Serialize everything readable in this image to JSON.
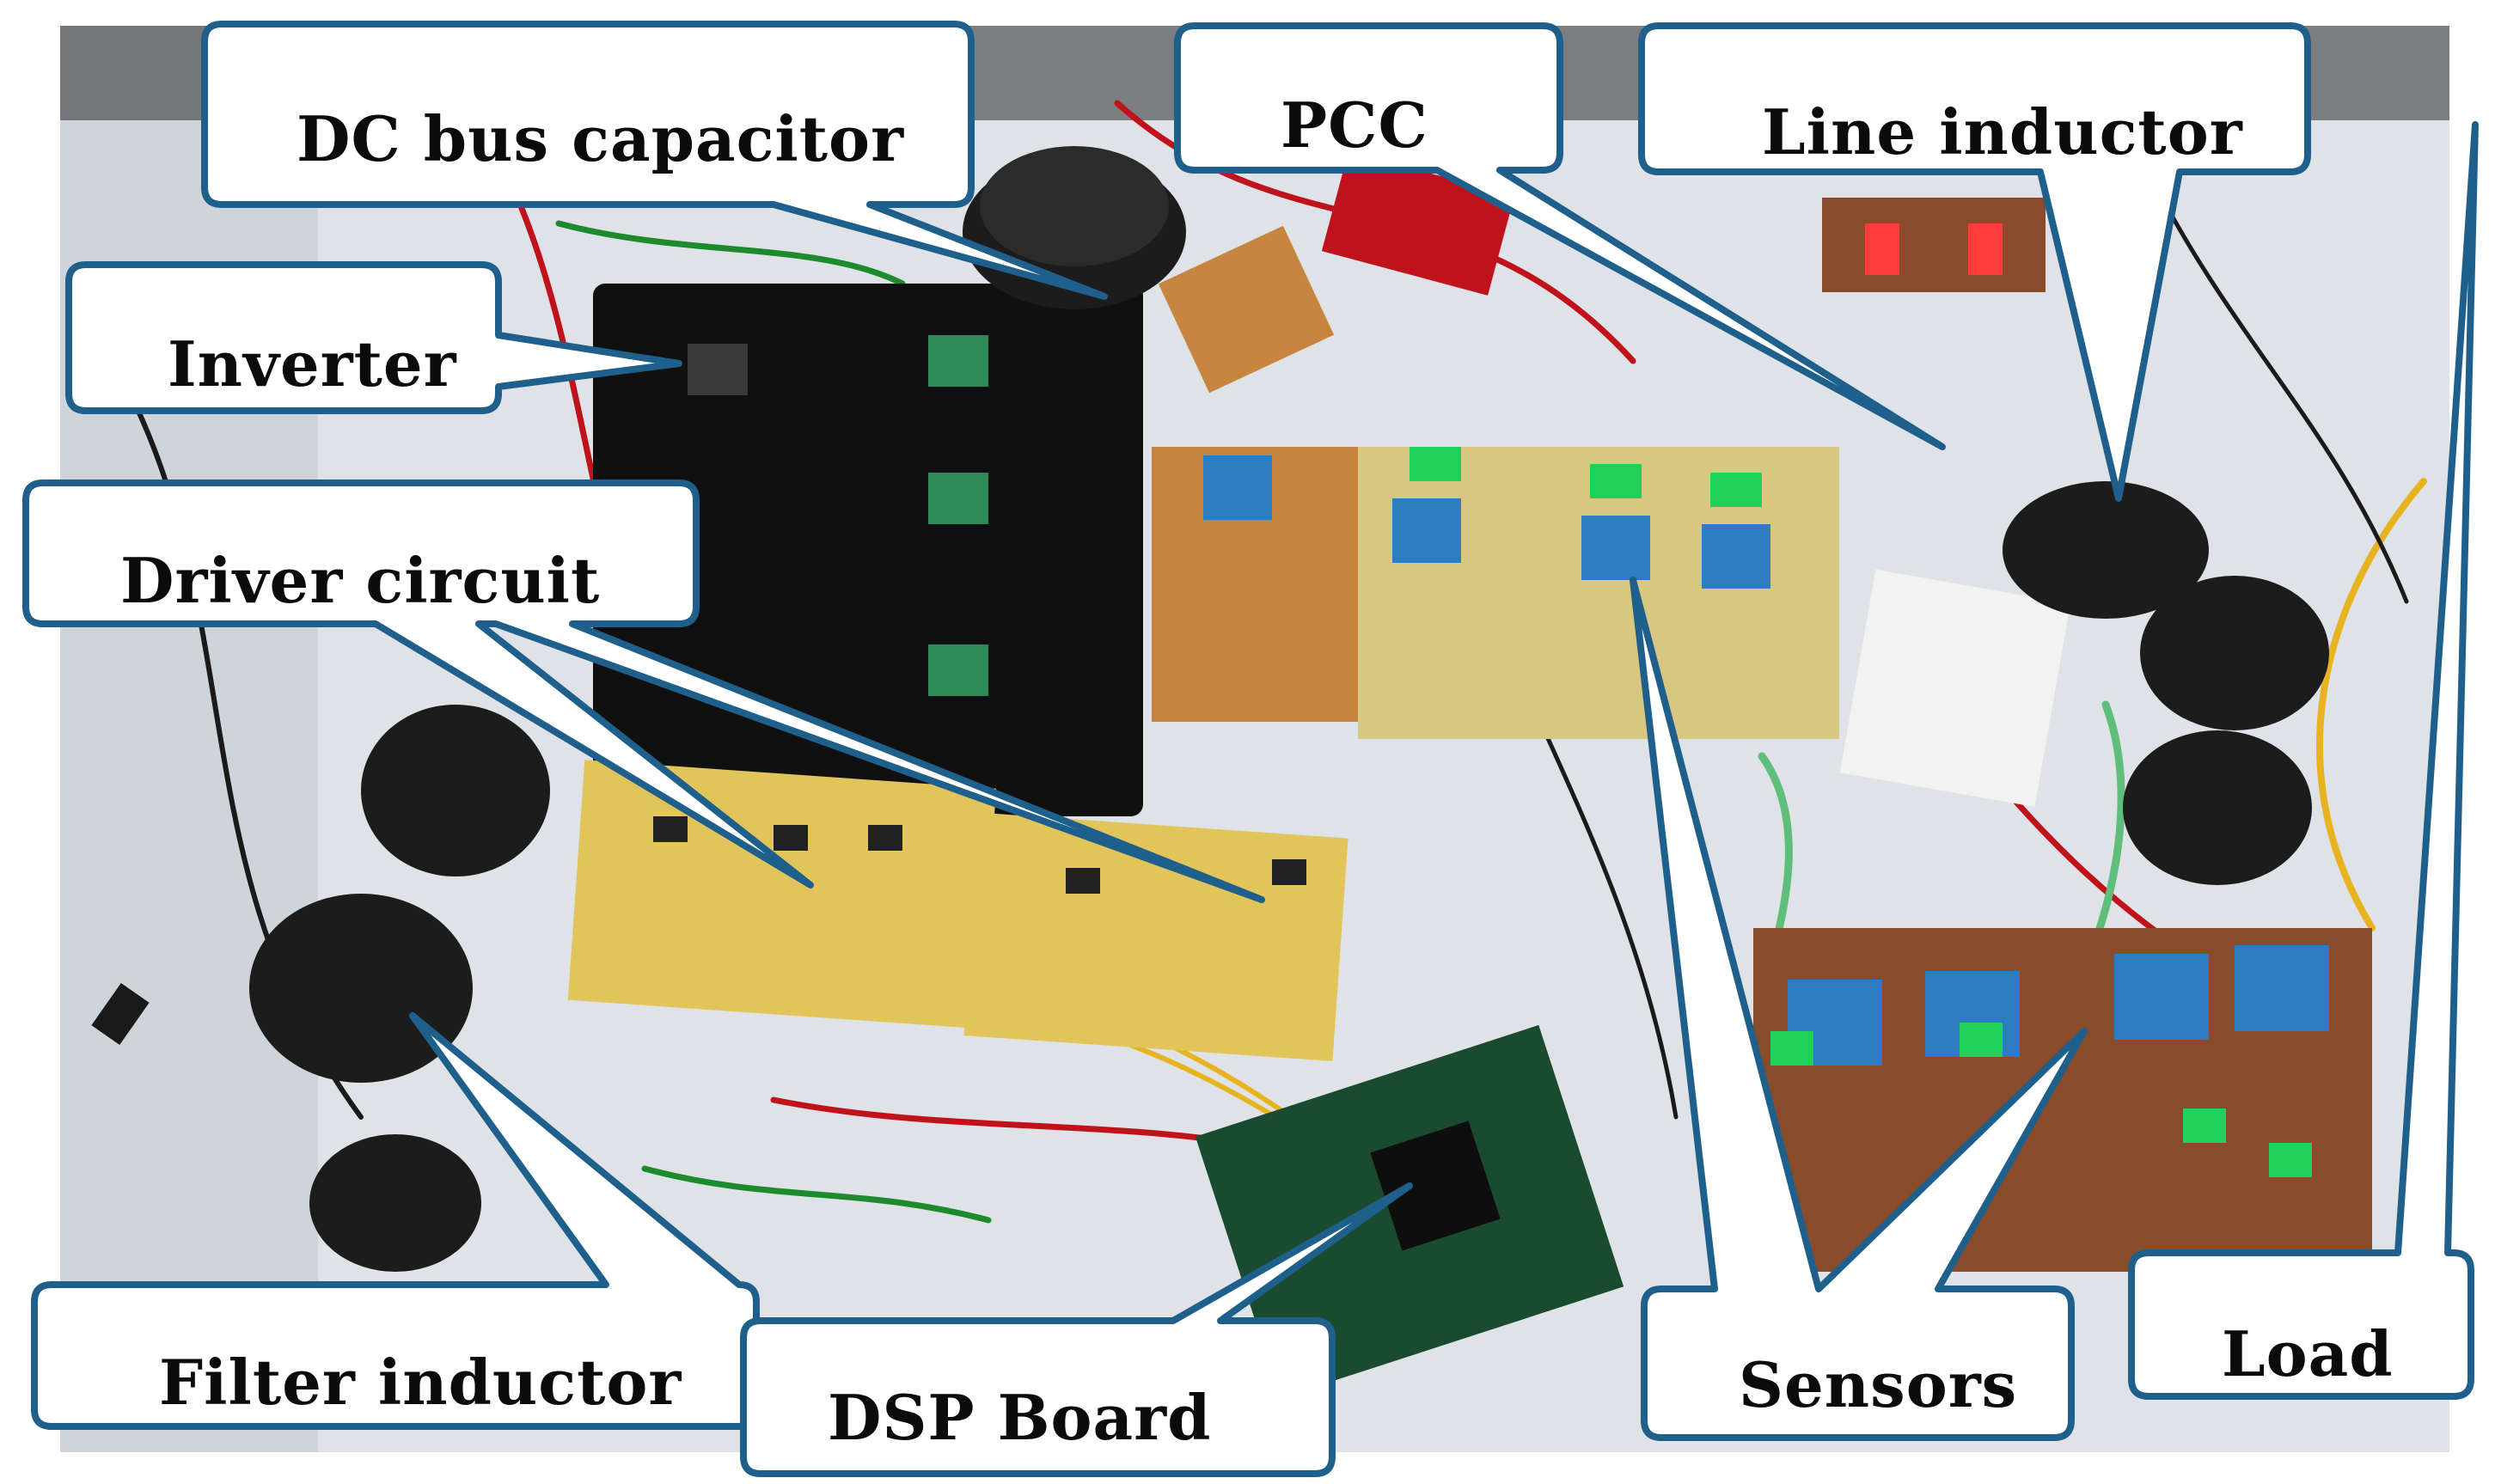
{
  "figure": {
    "labels": {
      "dc_bus_capacitor": "DC  bus capacitor",
      "pcc": "PCC",
      "line_inductor": "Line inductor",
      "inverter": "Inverter",
      "driver_circuit": "Driver circuit",
      "filter_inductor": "Filter inductor",
      "dsp_board": "DSP Board",
      "sensors": "Sensors",
      "load": "Load"
    },
    "colors": {
      "callout_border": "#1f5f8b",
      "callout_fill": "#ffffff",
      "label_text": "#0b0b0b",
      "bench": "#dfe3e8",
      "copper_board": "#8a4b2a",
      "yellow_board": "#e2c55a",
      "black_board": "#101010",
      "sensor_blue": "#2d7bc0",
      "terminal_green": "#1fd15a",
      "wire_red": "#c0121b",
      "wire_green": "#1c8a2d",
      "wire_yellow": "#e8b321"
    }
  }
}
